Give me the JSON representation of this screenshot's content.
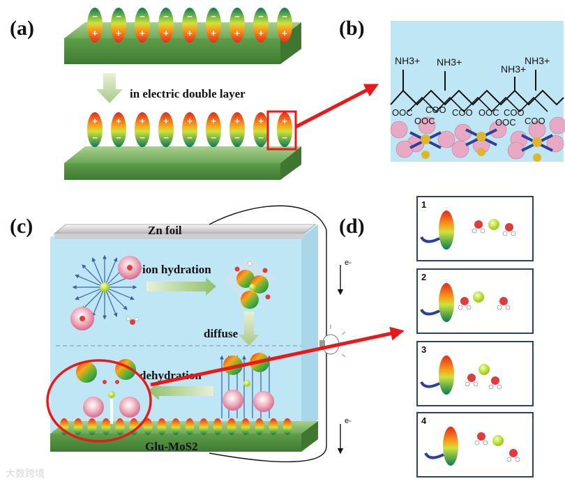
{
  "panels": {
    "a": {
      "label": "(a)",
      "caption": "in electric double layer"
    },
    "b": {
      "label": "(b)",
      "groups": [
        "NH3+",
        "NH3+",
        "NH3+",
        "NH3+"
      ],
      "carboxyls": [
        "OOC",
        "COO",
        "OOC",
        "OOC",
        "COO",
        "OOC",
        "COO",
        "COO"
      ]
    },
    "c": {
      "label": "(c)",
      "top_electrode": "Zn foil",
      "bottom_electrode": "Glu-MoS2",
      "steps": [
        "ion hydration",
        "diffuse",
        "dehydration"
      ],
      "electron_top": "e-",
      "electron_bottom": "e-"
    },
    "d": {
      "label": "(d)",
      "frames": [
        "1",
        "2",
        "3",
        "4"
      ]
    }
  },
  "watermark": "大数跨境",
  "colors": {
    "sky": "#bfe6f5",
    "slab": "#5e9e49",
    "slab_top": "#8cc070",
    "arrow": "#e8191b",
    "frame": "#2c3e80"
  }
}
